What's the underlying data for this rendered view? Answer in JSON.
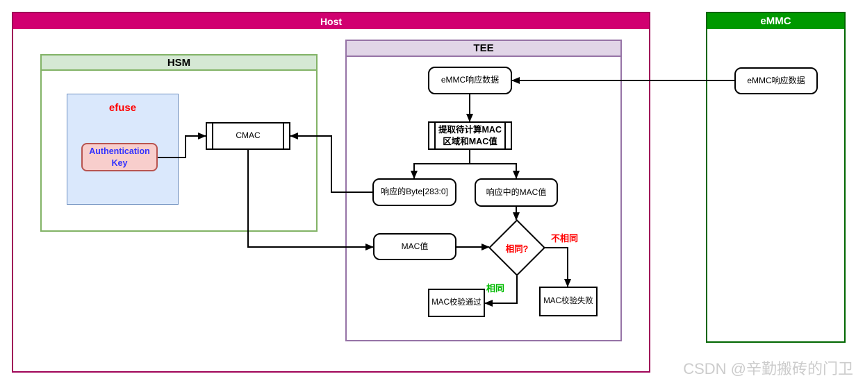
{
  "containers": {
    "host": {
      "label": "Host"
    },
    "hsm": {
      "label": "HSM"
    },
    "tee": {
      "label": "TEE"
    },
    "emmc": {
      "label": "eMMC"
    },
    "efuse": {
      "label": "efuse"
    }
  },
  "nodes": {
    "auth_key": {
      "label": "Authentication Key"
    },
    "cmac": {
      "label": "CMAC"
    },
    "emmc_resp_tee": {
      "label": "eMMC响应数据"
    },
    "extract": {
      "line1": "提取待计算MAC",
      "line2": "区域和MAC值"
    },
    "resp_byte": {
      "label": "响应的Byte[283:0]"
    },
    "resp_mac": {
      "label": "响应中的MAC值"
    },
    "mac_value": {
      "label": "MAC值"
    },
    "decision": {
      "label": "相同?"
    },
    "mac_pass": {
      "label": "MAC校验通过"
    },
    "mac_fail": {
      "label": "MAC校验失败"
    },
    "emmc_resp": {
      "label": "eMMC响应数据"
    }
  },
  "edge_labels": {
    "equal": "相同",
    "not_equal": "不相同"
  },
  "watermark": {
    "text": "CSDN @辛勤搬砖的门卫"
  },
  "colors": {
    "host_header": "#d10070",
    "host_border": "#a00558",
    "hsm_fill": "#d5e8d4",
    "hsm_border": "#82b366",
    "tee_fill": "#e1d5e7",
    "tee_border": "#9673a6",
    "emmc_header": "#009900",
    "emmc_border": "#006600",
    "efuse_fill": "#dae8fc",
    "efuse_border": "#6c8ebf",
    "efuse_text": "#ff0000",
    "auth_fill": "#f8cecc",
    "auth_border": "#b85450",
    "auth_text": "#3333ff",
    "decision_text": "#ff0000",
    "label_equal": "#00bb00",
    "label_not_equal": "#ff0000",
    "watermark": "#cccccc"
  }
}
